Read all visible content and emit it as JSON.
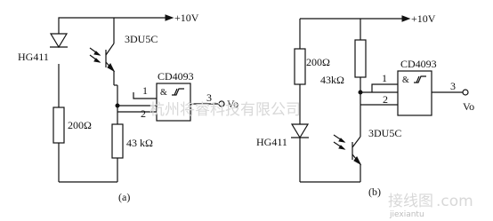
{
  "circuit_a": {
    "supply": "+10V",
    "diode": "HG411",
    "resistor": "200Ω",
    "transistor": "3DU5C",
    "ic": "CD4093",
    "load_resistor": "43 kΩ",
    "gate_symbol": "&",
    "pin_1": "1",
    "pin_2": "2",
    "pin_3": "3",
    "output": "Vo",
    "caption": "(a)"
  },
  "circuit_b": {
    "supply": "+10V",
    "resistor": "200Ω",
    "pullup": "43kΩ",
    "ic": "CD4093",
    "diode": "HG411",
    "transistor": "3DU5C",
    "gate_symbol": "&",
    "pin_1": "1",
    "pin_2": "2",
    "pin_3": "3",
    "output": "Vo",
    "caption": "(b)"
  },
  "watermark": {
    "company": "杭州将睿科技有限公司",
    "site_logo": "接线图",
    "site_suffix": ".com",
    "site_url": "jiexiantu"
  }
}
